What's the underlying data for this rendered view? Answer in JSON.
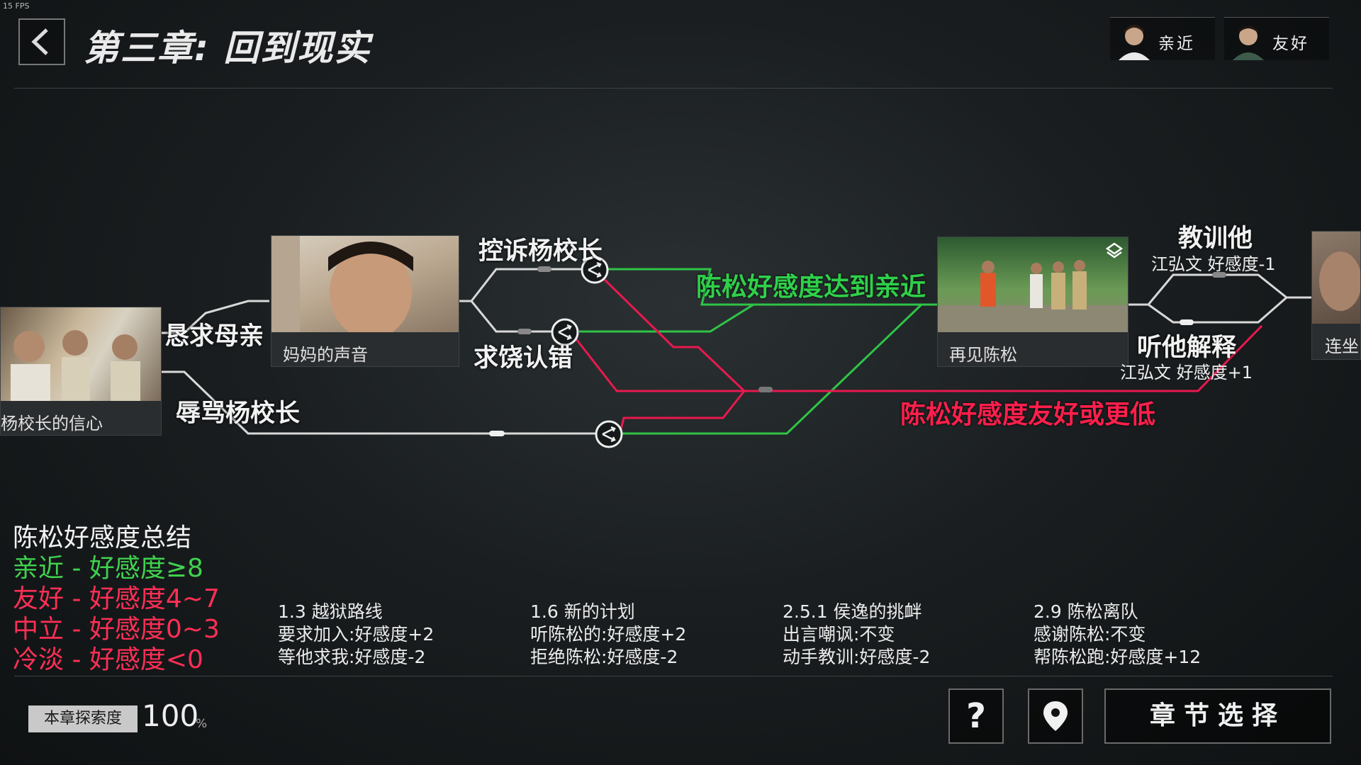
{
  "fps": "15 FPS",
  "header": {
    "title": "第三章:  回到现实",
    "relations": [
      {
        "label": "亲近"
      },
      {
        "label": "友好"
      }
    ]
  },
  "cards": {
    "left": "杨校长的信心",
    "mother": "妈妈的声音",
    "chensong": "再见陈松",
    "right": "连坐"
  },
  "choices": {
    "beg_mother": "恳求母亲",
    "insult": "辱骂杨校长",
    "complain": "控诉杨校长",
    "plead": "求饶认错",
    "teach": "教训他",
    "listen": "听他解释"
  },
  "conditions": {
    "close": "陈松好感度达到亲近",
    "friendly": "陈松好感度友好或更低"
  },
  "effects": {
    "teach": "江弘文 好感度-1",
    "listen": "江弘文 好感度+1"
  },
  "summary": {
    "title": "陈松好感度总结",
    "lines": [
      {
        "text": "亲近 - 好感度≥8",
        "color": "#3fd24f"
      },
      {
        "text": "友好 - 好感度4~7",
        "color": "#ff2f55"
      },
      {
        "text": "中立 - 好感度0~3",
        "color": "#ff2f55"
      },
      {
        "text": "冷淡 - 好感度<0",
        "color": "#ff2f55"
      }
    ]
  },
  "notes": [
    {
      "title": "1.3 越狱路线",
      "l1": "要求加入:好感度+2",
      "l2": "等他求我:好感度-2"
    },
    {
      "title": "1.6 新的计划",
      "l1": "听陈松的:好感度+2",
      "l2": "拒绝陈松:好感度-2"
    },
    {
      "title": "2.5.1 侯逸的挑衅",
      "l1": "出言嘲讽:不变",
      "l2": "动手教训:好感度-2"
    },
    {
      "title": "2.9 陈松离队",
      "l1": "感谢陈松:不变",
      "l2": "帮陈松跑:好感度+12"
    }
  ],
  "exploration": {
    "label": "本章探索度",
    "value": "100",
    "unit": "%"
  },
  "buttons": {
    "help": "?",
    "chapter_select": "章节选择"
  },
  "colors": {
    "green": "#2fc447",
    "red": "#e8194f",
    "line": "#d8d8d8"
  }
}
